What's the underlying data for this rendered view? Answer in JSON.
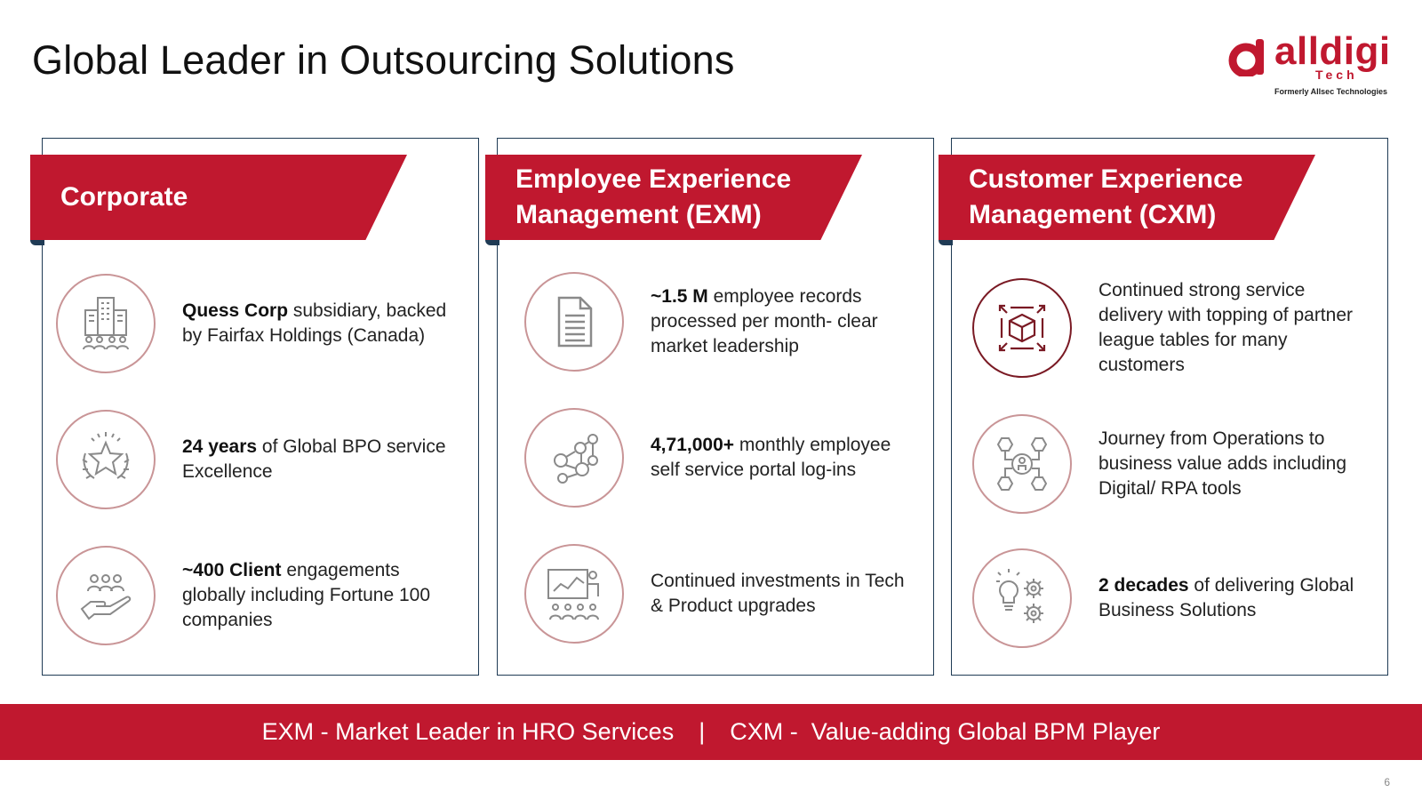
{
  "slide": {
    "title": "Global Leader in Outsourcing Solutions",
    "page_number": "6"
  },
  "logo": {
    "word": "alldigi",
    "sub": "Tech",
    "former": "Formerly Allsec Technologies"
  },
  "columns": [
    {
      "heading": "Corporate",
      "items": [
        {
          "icon": "office-building-people-icon",
          "bold": "Quess Corp",
          "text": " subsidiary, backed by Fairfax Holdings (Canada)"
        },
        {
          "icon": "star-laurel-award-icon",
          "bold": "24 years",
          "text": " of Global BPO service Excellence"
        },
        {
          "icon": "hand-holding-people-icon",
          "bold": "~400 Client",
          "text": " engagements globally including Fortune 100 companies"
        }
      ]
    },
    {
      "heading": "Employee Experience Management (EXM)",
      "items": [
        {
          "icon": "document-icon",
          "bold": "~1.5 M",
          "text": " employee records processed per month- clear market leadership"
        },
        {
          "icon": "network-people-icon",
          "bold": "4,71,000+",
          "text": " monthly employee self service portal log-ins"
        },
        {
          "icon": "presentation-audience-icon",
          "bold": "",
          "text": "Continued investments in Tech & Product upgrades"
        }
      ]
    },
    {
      "heading": "Customer Experience Management (CXM)",
      "items": [
        {
          "icon": "cube-arrows-icon",
          "bold": "",
          "text": "Continued strong service delivery with topping of partner league tables for many customers"
        },
        {
          "icon": "hexagon-process-icon",
          "bold": "",
          "text": "Journey from Operations  to business value adds including Digital/ RPA tools"
        },
        {
          "icon": "bulb-gears-icon",
          "bold": "2 decades",
          "text": " of delivering Global Business Solutions"
        }
      ]
    }
  ],
  "footer": {
    "left": "EXM - Market Leader in HRO Services",
    "separator": "|",
    "right": "CXM -  Value-adding Global BPM Player"
  },
  "colors": {
    "brand_red": "#c0182f",
    "navy": "#1f3b55",
    "icon_ring": "#c99597"
  }
}
